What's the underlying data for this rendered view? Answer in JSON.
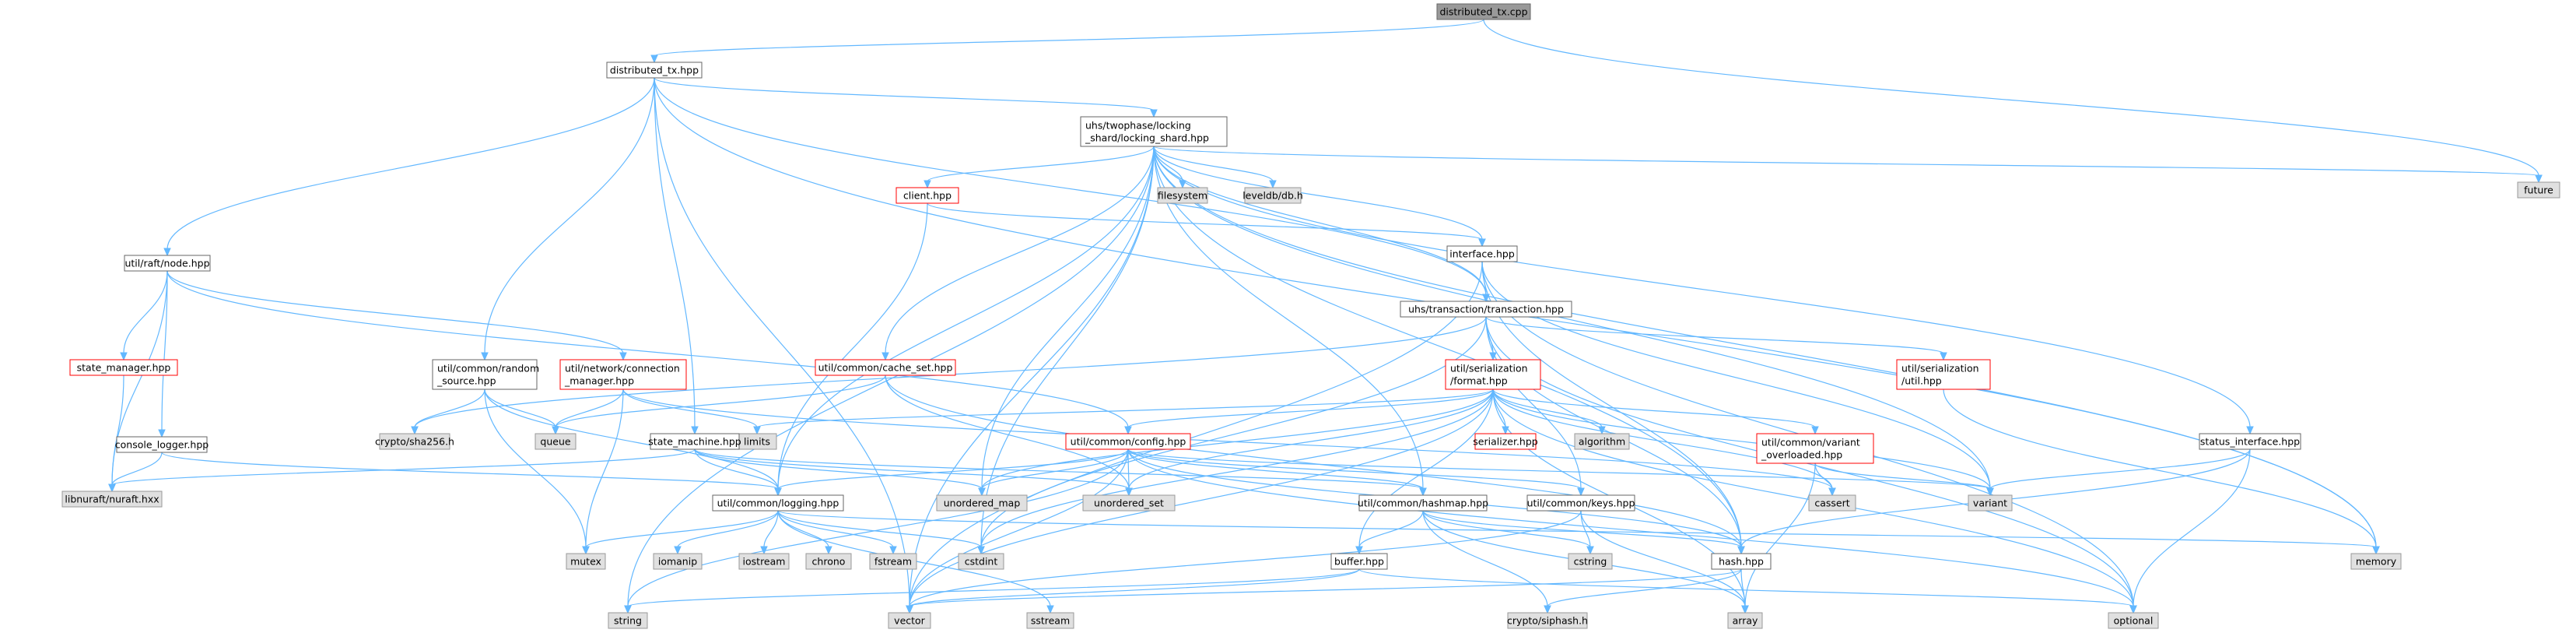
{
  "colors": {
    "edge": "#63b8ff",
    "root_fill": "#999999",
    "root_border": "#666666",
    "doc_fill": "#ffffff",
    "doc_border": "#666666",
    "truncated_border": "#ff0000",
    "system_fill": "#e0e0e0",
    "system_border": "#999999"
  },
  "nodes": [
    {
      "id": "root",
      "kind": "root",
      "lines": [
        "distributed_tx.cpp"
      ]
    },
    {
      "id": "dtx",
      "kind": "doc",
      "lines": [
        "distributed_tx.hpp"
      ]
    },
    {
      "id": "future",
      "kind": "system",
      "lines": [
        "future"
      ]
    },
    {
      "id": "lshard",
      "kind": "doc",
      "lines": [
        "uhs/twophase/locking",
        "_shard/locking_shard.hpp"
      ]
    },
    {
      "id": "client",
      "kind": "truncated",
      "lines": [
        "client.hpp"
      ]
    },
    {
      "id": "filesystem",
      "kind": "system",
      "lines": [
        "filesystem"
      ]
    },
    {
      "id": "leveldb",
      "kind": "system",
      "lines": [
        "leveldb/db.h"
      ]
    },
    {
      "id": "interface",
      "kind": "doc",
      "lines": [
        "interface.hpp"
      ]
    },
    {
      "id": "node",
      "kind": "doc",
      "lines": [
        "util/raft/node.hpp"
      ]
    },
    {
      "id": "transaction",
      "kind": "doc",
      "lines": [
        "uhs/transaction/transaction.hpp"
      ]
    },
    {
      "id": "cacheset",
      "kind": "truncated",
      "lines": [
        "util/common/cache_set.hpp"
      ]
    },
    {
      "id": "random",
      "kind": "doc",
      "lines": [
        "util/common/random",
        "_source.hpp"
      ]
    },
    {
      "id": "connmgr",
      "kind": "truncated",
      "lines": [
        "util/network/connection",
        "_manager.hpp"
      ]
    },
    {
      "id": "statemgr",
      "kind": "truncated",
      "lines": [
        "state_manager.hpp"
      ]
    },
    {
      "id": "format",
      "kind": "truncated",
      "lines": [
        "util/serialization",
        "/format.hpp"
      ]
    },
    {
      "id": "serutil",
      "kind": "truncated",
      "lines": [
        "util/serialization",
        "/util.hpp"
      ]
    },
    {
      "id": "sha256",
      "kind": "system",
      "lines": [
        "crypto/sha256.h"
      ]
    },
    {
      "id": "queue",
      "kind": "system",
      "lines": [
        "queue"
      ]
    },
    {
      "id": "limits",
      "kind": "system",
      "lines": [
        "limits"
      ]
    },
    {
      "id": "statemachine",
      "kind": "doc",
      "lines": [
        "state_machine.hpp"
      ]
    },
    {
      "id": "consolelogger",
      "kind": "doc",
      "lines": [
        "console_logger.hpp"
      ]
    },
    {
      "id": "config",
      "kind": "truncated",
      "lines": [
        "util/common/config.hpp"
      ]
    },
    {
      "id": "serializer",
      "kind": "truncated",
      "lines": [
        "serializer.hpp"
      ]
    },
    {
      "id": "algorithm",
      "kind": "system",
      "lines": [
        "algorithm"
      ]
    },
    {
      "id": "variantovl",
      "kind": "truncated",
      "lines": [
        "util/common/variant",
        "_overloaded.hpp"
      ]
    },
    {
      "id": "statusiface",
      "kind": "doc",
      "lines": [
        "status_interface.hpp"
      ]
    },
    {
      "id": "nuraft",
      "kind": "system",
      "lines": [
        "libnuraft/nuraft.hxx"
      ]
    },
    {
      "id": "logging",
      "kind": "doc",
      "lines": [
        "util/common/logging.hpp"
      ]
    },
    {
      "id": "unordered_map",
      "kind": "system",
      "lines": [
        "unordered_map"
      ]
    },
    {
      "id": "unordered_set",
      "kind": "system",
      "lines": [
        "unordered_set"
      ]
    },
    {
      "id": "hashmap",
      "kind": "doc",
      "lines": [
        "util/common/hashmap.hpp"
      ]
    },
    {
      "id": "keys",
      "kind": "doc",
      "lines": [
        "util/common/keys.hpp"
      ]
    },
    {
      "id": "cassert",
      "kind": "system",
      "lines": [
        "cassert"
      ]
    },
    {
      "id": "variant",
      "kind": "system",
      "lines": [
        "variant"
      ]
    },
    {
      "id": "mutex",
      "kind": "system",
      "lines": [
        "mutex"
      ]
    },
    {
      "id": "iomanip",
      "kind": "system",
      "lines": [
        "iomanip"
      ]
    },
    {
      "id": "iostream",
      "kind": "system",
      "lines": [
        "iostream"
      ]
    },
    {
      "id": "chrono",
      "kind": "system",
      "lines": [
        "chrono"
      ]
    },
    {
      "id": "fstream",
      "kind": "system",
      "lines": [
        "fstream"
      ]
    },
    {
      "id": "cstdint",
      "kind": "system",
      "lines": [
        "cstdint"
      ]
    },
    {
      "id": "cstring",
      "kind": "system",
      "lines": [
        "cstring"
      ]
    },
    {
      "id": "hash",
      "kind": "doc",
      "lines": [
        "hash.hpp"
      ]
    },
    {
      "id": "memory",
      "kind": "system",
      "lines": [
        "memory"
      ]
    },
    {
      "id": "buffer",
      "kind": "doc",
      "lines": [
        "buffer.hpp"
      ]
    },
    {
      "id": "string",
      "kind": "system",
      "lines": [
        "string"
      ]
    },
    {
      "id": "vector",
      "kind": "system",
      "lines": [
        "vector"
      ]
    },
    {
      "id": "sstream",
      "kind": "system",
      "lines": [
        "sstream"
      ]
    },
    {
      "id": "siphash",
      "kind": "system",
      "lines": [
        "crypto/siphash.h"
      ]
    },
    {
      "id": "array",
      "kind": "system",
      "lines": [
        "array"
      ]
    },
    {
      "id": "optional",
      "kind": "system",
      "lines": [
        "optional"
      ]
    }
  ],
  "edges": [
    [
      "root",
      "dtx"
    ],
    [
      "root",
      "future"
    ],
    [
      "dtx",
      "lshard"
    ],
    [
      "dtx",
      "node"
    ],
    [
      "dtx",
      "random"
    ],
    [
      "dtx",
      "statemachine"
    ],
    [
      "dtx",
      "transaction"
    ],
    [
      "dtx",
      "vector"
    ],
    [
      "dtx",
      "memory"
    ],
    [
      "lshard",
      "client"
    ],
    [
      "lshard",
      "filesystem"
    ],
    [
      "lshard",
      "leveldb"
    ],
    [
      "lshard",
      "interface"
    ],
    [
      "lshard",
      "future"
    ],
    [
      "lshard",
      "cacheset"
    ],
    [
      "lshard",
      "transaction"
    ],
    [
      "lshard",
      "statusiface"
    ],
    [
      "lshard",
      "logging"
    ],
    [
      "lshard",
      "hash"
    ],
    [
      "lshard",
      "memory"
    ],
    [
      "lshard",
      "string"
    ],
    [
      "lshard",
      "vector"
    ],
    [
      "lshard",
      "unordered_map"
    ],
    [
      "lshard",
      "cstdint"
    ],
    [
      "lshard",
      "variant"
    ],
    [
      "lshard",
      "hashmap"
    ],
    [
      "client",
      "interface"
    ],
    [
      "client",
      "logging"
    ],
    [
      "interface",
      "transaction"
    ],
    [
      "interface",
      "variant"
    ],
    [
      "interface",
      "optional"
    ],
    [
      "interface",
      "vector"
    ],
    [
      "interface",
      "hash"
    ],
    [
      "node",
      "statemgr"
    ],
    [
      "node",
      "consolelogger"
    ],
    [
      "node",
      "nuraft"
    ],
    [
      "node",
      "connmgr"
    ],
    [
      "node",
      "config"
    ],
    [
      "statemgr",
      "nuraft"
    ],
    [
      "consolelogger",
      "nuraft"
    ],
    [
      "consolelogger",
      "logging"
    ],
    [
      "connmgr",
      "queue"
    ],
    [
      "connmgr",
      "mutex"
    ],
    [
      "connmgr",
      "limits"
    ],
    [
      "connmgr",
      "cassert"
    ],
    [
      "random",
      "sha256"
    ],
    [
      "random",
      "queue"
    ],
    [
      "random",
      "mutex"
    ],
    [
      "random",
      "logging"
    ],
    [
      "transaction",
      "format"
    ],
    [
      "transaction",
      "serutil"
    ],
    [
      "transaction",
      "keys"
    ],
    [
      "transaction",
      "hash"
    ],
    [
      "transaction",
      "sha256"
    ],
    [
      "transaction",
      "optional"
    ],
    [
      "transaction",
      "cstdint"
    ],
    [
      "cacheset",
      "queue"
    ],
    [
      "cacheset",
      "unordered_set"
    ],
    [
      "cacheset",
      "hash"
    ],
    [
      "format",
      "serializer"
    ],
    [
      "format",
      "algorithm"
    ],
    [
      "format",
      "variantovl"
    ],
    [
      "format",
      "config"
    ],
    [
      "format",
      "buffer"
    ],
    [
      "format",
      "limits"
    ],
    [
      "format",
      "unordered_map"
    ],
    [
      "format",
      "unordered_set"
    ],
    [
      "format",
      "cassert"
    ],
    [
      "format",
      "variant"
    ],
    [
      "format",
      "optional"
    ],
    [
      "format",
      "array"
    ],
    [
      "format",
      "vector"
    ],
    [
      "format",
      "cstdint"
    ],
    [
      "serutil",
      "memory"
    ],
    [
      "variantovl",
      "variant"
    ],
    [
      "variantovl",
      "cassert"
    ],
    [
      "variantovl",
      "array"
    ],
    [
      "statemachine",
      "logging"
    ],
    [
      "statemachine",
      "nuraft"
    ],
    [
      "statemachine",
      "unordered_map"
    ],
    [
      "statemachine",
      "unordered_set"
    ],
    [
      "statemachine",
      "hashmap"
    ],
    [
      "config",
      "logging"
    ],
    [
      "config",
      "hashmap"
    ],
    [
      "config",
      "keys"
    ],
    [
      "config",
      "hash"
    ],
    [
      "config",
      "unordered_map"
    ],
    [
      "config",
      "unordered_set"
    ],
    [
      "config",
      "variant"
    ],
    [
      "config",
      "optional"
    ],
    [
      "config",
      "string"
    ],
    [
      "config",
      "vector"
    ],
    [
      "logging",
      "mutex"
    ],
    [
      "logging",
      "iomanip"
    ],
    [
      "logging",
      "iostream"
    ],
    [
      "logging",
      "chrono"
    ],
    [
      "logging",
      "fstream"
    ],
    [
      "logging",
      "cstdint"
    ],
    [
      "logging",
      "sstream"
    ],
    [
      "logging",
      "memory"
    ],
    [
      "hashmap",
      "buffer"
    ],
    [
      "hashmap",
      "hash"
    ],
    [
      "hashmap",
      "cstring"
    ],
    [
      "hashmap",
      "siphash"
    ],
    [
      "hashmap",
      "array"
    ],
    [
      "keys",
      "cstring"
    ],
    [
      "keys",
      "array"
    ],
    [
      "keys",
      "vector"
    ],
    [
      "buffer",
      "string"
    ],
    [
      "buffer",
      "vector"
    ],
    [
      "buffer",
      "optional"
    ],
    [
      "hash",
      "array"
    ],
    [
      "hash",
      "vector"
    ],
    [
      "hash",
      "siphash"
    ],
    [
      "statusiface",
      "variant"
    ],
    [
      "statusiface",
      "optional"
    ],
    [
      "statusiface",
      "hash"
    ]
  ]
}
